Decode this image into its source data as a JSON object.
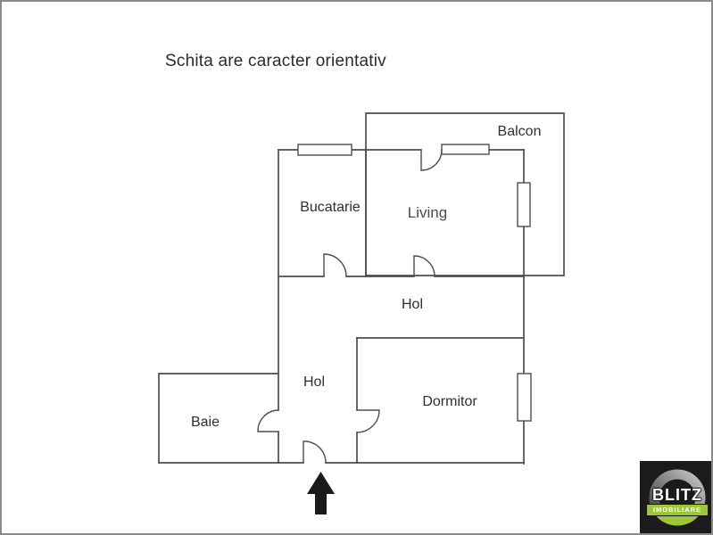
{
  "page": {
    "title": "Schita are caracter orientativ"
  },
  "floor_plan": {
    "rooms": [
      {
        "id": "balcon",
        "label": "Balcon"
      },
      {
        "id": "bucatarie",
        "label": "Bucatarie"
      },
      {
        "id": "living",
        "label": "Living"
      },
      {
        "id": "hol-upper",
        "label": "Hol"
      },
      {
        "id": "hol-lower",
        "label": "Hol"
      },
      {
        "id": "dormitor",
        "label": "Dormitor"
      },
      {
        "id": "baie",
        "label": "Baie"
      }
    ],
    "icons": {
      "entrance_arrow": "arrow-up"
    },
    "colors": {
      "wall": "#4d4d4d",
      "label_text": "#2f2f2f",
      "arrow": "#1a1a1a"
    }
  },
  "logo": {
    "brand": "BLITZ",
    "subtitle": "IMOBILIARE",
    "colors": {
      "background": "#1b1b1b",
      "accent_green": "#9dc63b",
      "ring_gray_light": "#c6c6c6",
      "ring_gray_dark": "#3a3a3a",
      "text": "#ffffff"
    }
  }
}
